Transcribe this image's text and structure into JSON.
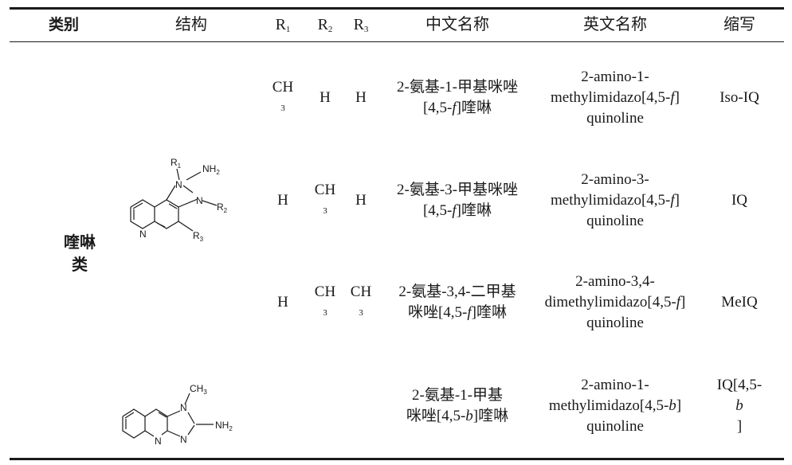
{
  "header": {
    "category": "类别",
    "structure": "结构",
    "r1": "R1",
    "r2": "R2",
    "r3": "R3",
    "cn_name": "中文名称",
    "en_name": "英文名称",
    "abbr": "缩写"
  },
  "category_label": [
    "喹啉",
    "类"
  ],
  "rows": [
    {
      "r1": "CH3",
      "r2": "H",
      "r3": "H",
      "cn": [
        "2-氨基-1-甲基咪唑",
        "[4,5-f]喹啉"
      ],
      "en": [
        "2-amino-1-",
        "methylimidazo[4,5-f]",
        "quinoline"
      ],
      "abbr": "Iso-IQ"
    },
    {
      "r1": "H",
      "r2": "CH3",
      "r3": "H",
      "cn": [
        "2-氨基-3-甲基咪唑",
        "[4,5-f]喹啉"
      ],
      "en": [
        "2-amino-3-",
        "methylimidazo[4,5-f]",
        "quinoline"
      ],
      "abbr": "IQ"
    },
    {
      "r1": "H",
      "r2": "CH3",
      "r3": "CH3",
      "cn": [
        "2-氨基-3,4-二甲基",
        "咪唑[4,5-f]喹啉"
      ],
      "en": [
        "2-amino-3,4-",
        "dimethylimidazo[4,5-f]",
        "quinoline"
      ],
      "abbr": "MeIQ"
    },
    {
      "r1": "",
      "r2": "",
      "r3": "",
      "cn": [
        "2-氨基-1-甲基",
        "咪唑[4,5-b]喹啉"
      ],
      "en": [
        "2-amino-1-",
        "methylimidazo[4,5-b]",
        "quinoline"
      ],
      "abbr": "IQ[4,5-b]"
    }
  ],
  "structure1_labels": {
    "r1": "R1",
    "nh2": "NH2",
    "n1": "N",
    "n3": "N",
    "r2": "R2",
    "nq": "N",
    "r3": "R3"
  },
  "structure2_labels": {
    "ch3": "CH3",
    "n1": "N",
    "n3": "N",
    "nh2": "NH2",
    "nq": "N"
  }
}
